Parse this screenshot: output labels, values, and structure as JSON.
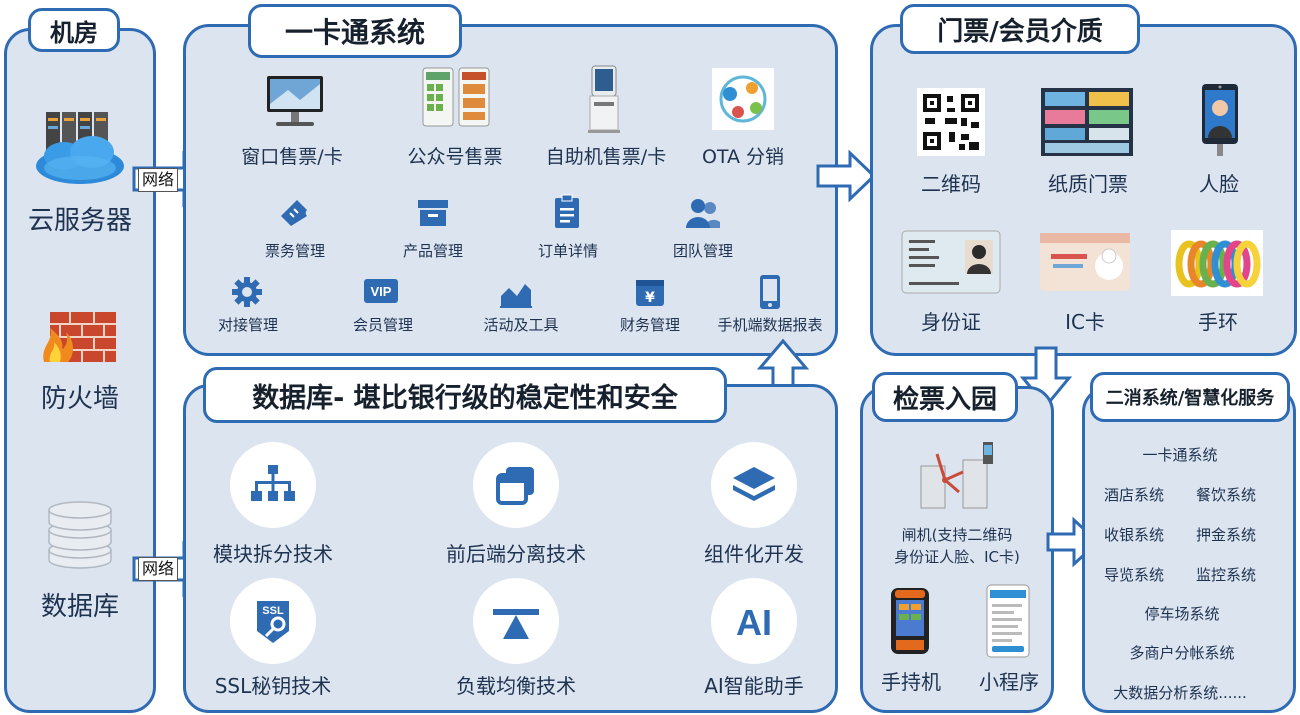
{
  "left": {
    "title": "机房",
    "items": [
      "云服务器",
      "防火墙",
      "数据库"
    ]
  },
  "network_label": "网络",
  "yikatong": {
    "title": "一卡通系统",
    "channels": [
      "窗口售票/卡",
      "公众号售票",
      "自助机售票/卡",
      "OTA 分销"
    ],
    "modules_row1": [
      "票务管理",
      "产品管理",
      "订单详情",
      "团队管理"
    ],
    "modules_row2": [
      "对接管理",
      "会员管理",
      "活动及工具",
      "财务管理",
      "手机端数据报表"
    ],
    "vip_text": "VIP",
    "yen_text": "¥"
  },
  "database": {
    "title": "数据库- 堪比银行级的稳定性和安全",
    "tech": [
      "模块拆分技术",
      "前后端分离技术",
      "组件化开发",
      "SSL秘钥技术",
      "负载均衡技术",
      "AI智能助手"
    ],
    "ssl_text": "SSL",
    "ai_text": "AI"
  },
  "media": {
    "title": "门票/会员介质",
    "items": [
      "二维码",
      "纸质门票",
      "人脸",
      "身份证",
      "IC卡",
      "手环"
    ]
  },
  "checkin": {
    "title": "检票入园",
    "gate_label_line1": "闸机(支持二维码",
    "gate_label_line2": "身份证人脸、IC卡)",
    "handheld": "手持机",
    "miniprogram": "小程序"
  },
  "services": {
    "title": "二消系统/智慧化服务",
    "items": [
      "一卡通系统",
      "酒店系统",
      "餐饮系统",
      "收银系统",
      "押金系统",
      "导览系统",
      "监控系统",
      "停车场系统",
      "多商户分帐系统",
      "大数据分析系统......"
    ]
  },
  "colors": {
    "border": "#2f6bb3",
    "panel": "#dce4f0",
    "icon_blue": "#2f6bb3"
  }
}
